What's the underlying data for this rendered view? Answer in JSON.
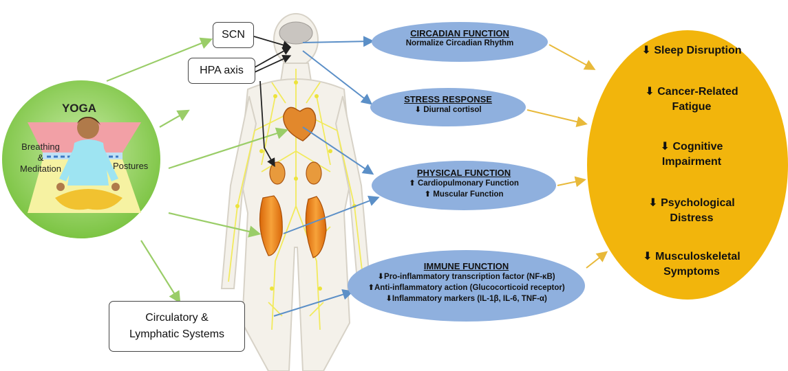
{
  "yoga": {
    "title": "YOGA",
    "breathing_line1": "Breathing",
    "breathing_line2": "&",
    "breathing_line3": "Meditation",
    "postures": "Postures"
  },
  "boxes": {
    "scn": "SCN",
    "hpa": "HPA axis",
    "circulatory_line1": "Circulatory &",
    "circulatory_line2": "Lymphatic Systems"
  },
  "functions": {
    "circadian": {
      "heading": "CIRCADIAN FUNCTION",
      "lines": [
        "Normalize Circadian Rhythm"
      ]
    },
    "stress": {
      "heading": "STRESS RESPONSE",
      "lines": [
        "Diurnal cortisol"
      ]
    },
    "physical": {
      "heading": "PHYSICAL FUNCTION",
      "lines": [
        "Cardiopulmonary Function",
        "Muscular Function"
      ]
    },
    "immune": {
      "heading": "IMMUNE FUNCTION",
      "lines": [
        "Pro-inflammatory transcription factor (NF-κB)",
        "Anti-inflammatory action (Glucocorticoid receptor)",
        "Inflammatory markers (IL-1β, IL-6, TNF-α)"
      ]
    }
  },
  "symptoms": {
    "sleep": "Sleep Disruption",
    "fatigue_line1": "Cancer-Related",
    "fatigue_line2": "Fatigue",
    "cognitive_line1": "Cognitive",
    "cognitive_line2": "Impairment",
    "psych_line1": "Psychological",
    "psych_line2": "Distress",
    "musculo_line1": "Musculoskeletal",
    "musculo_line2": "Symptoms"
  },
  "colors": {
    "green_arrow": "#9acd68",
    "blue_arrow": "#5b8fc7",
    "yellow_arrow": "#e8b93a",
    "function_oval": "#8fb0de",
    "symptom_oval": "#f2b50c",
    "yoga_circle": "#8fcf5a"
  },
  "icons": {
    "down_arrow": "⬇",
    "up_arrow": "⬆"
  }
}
